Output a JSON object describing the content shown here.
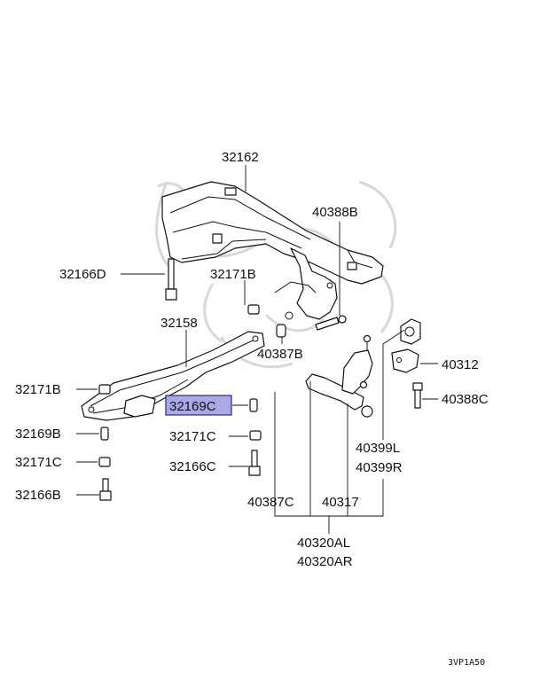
{
  "diagram_ref": "3VP1A50",
  "highlight_color": "#a9a9e6",
  "labels": {
    "l32162": "32162",
    "l40388B": "40388B",
    "l32166D": "32166D",
    "l32171B_top": "32171B",
    "l32158": "32158",
    "l40387B": "40387B",
    "l40312": "40312",
    "l32171B_left": "32171B",
    "l32169C": "32169C",
    "l40388C": "40388C",
    "l32169B": "32169B",
    "l32171C_mid": "32171C",
    "l40399L": "40399L",
    "l32171C_left": "32171C",
    "l32166C": "32166C",
    "l40399R": "40399R",
    "l32166B": "32166B",
    "l40387C": "40387C",
    "l40317": "40317",
    "l40320AL": "40320AL",
    "l40320AR": "40320AR"
  }
}
